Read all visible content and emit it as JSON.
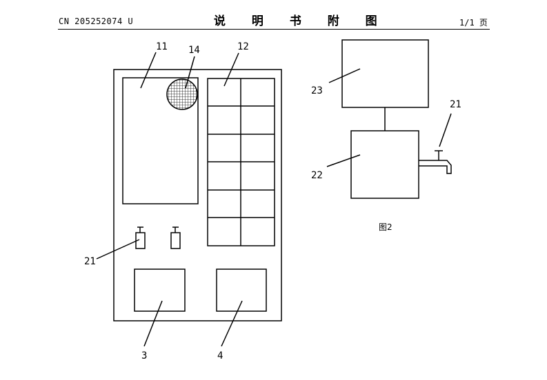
{
  "header": {
    "patent_number": "CN 205252074 U",
    "title": "说 明 书 附 图",
    "page": "1/1 页"
  },
  "figure1": {
    "labels": {
      "display": "11",
      "speaker": "14",
      "grid": "12",
      "dispenser": "21",
      "bin_left": "3",
      "bin_right": "4"
    }
  },
  "figure2": {
    "labels": {
      "top_box": "23",
      "mid_box": "22",
      "tap": "21"
    },
    "caption": "图2"
  }
}
